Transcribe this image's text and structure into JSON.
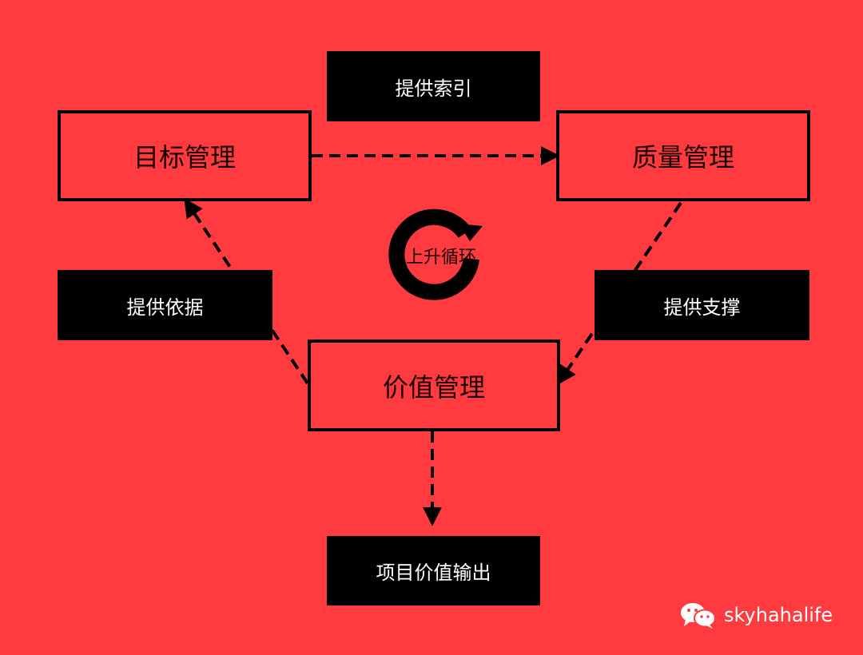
{
  "colors": {
    "background": "#ff3b3f",
    "box_fill": "#000000",
    "text_light": "#ffffff",
    "line": "#000000"
  },
  "nodes": {
    "goal": "目标管理",
    "quality": "质量管理",
    "value": "价值管理"
  },
  "labels": {
    "index": "提供索引",
    "basis": "提供依据",
    "support": "提供支撑",
    "output": "项目价值输出"
  },
  "cycle": {
    "label": "上升循环",
    "icon": "circular-arrow-icon"
  },
  "watermark": {
    "icon": "wechat-icon",
    "text": "skyhahalife"
  }
}
